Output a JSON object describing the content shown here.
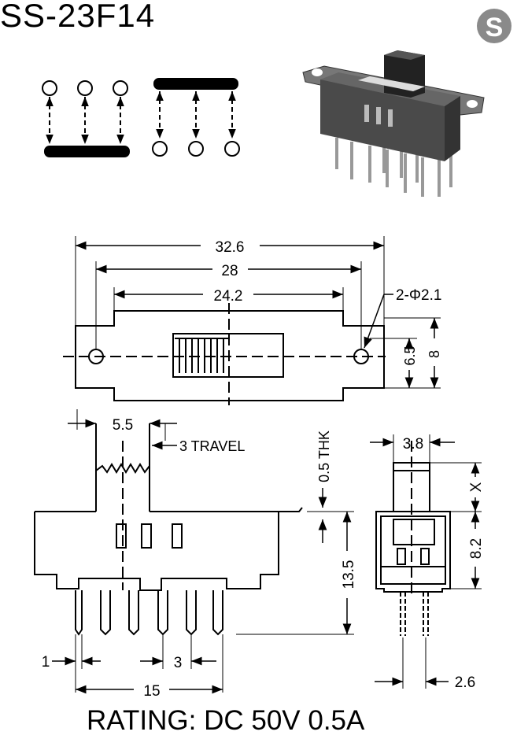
{
  "title": "SS-23F14",
  "logo_letter": "S",
  "rating": "RATING: DC 50V 0.5A",
  "front_view": {
    "overall_length": "32.6",
    "hole_pitch": "28",
    "body_length": "24.2",
    "hole_callout": "2-Φ2.1",
    "inner_height": "6.5",
    "flange_height": "8"
  },
  "side_view": {
    "actuator_width": "5.5",
    "travel": "3 TRAVEL",
    "thickness": "0.5 THK",
    "body_height": "13.5",
    "pin_width": "1",
    "pin_pitch": "3",
    "pin_span": "15"
  },
  "end_view": {
    "actuator_thickness": "3.8",
    "actuator_height": "X",
    "body_height": "8.2",
    "row_pitch": "2.6"
  },
  "colors": {
    "line": "#000000",
    "logo": "#888888",
    "body": "#4a4a4a"
  }
}
